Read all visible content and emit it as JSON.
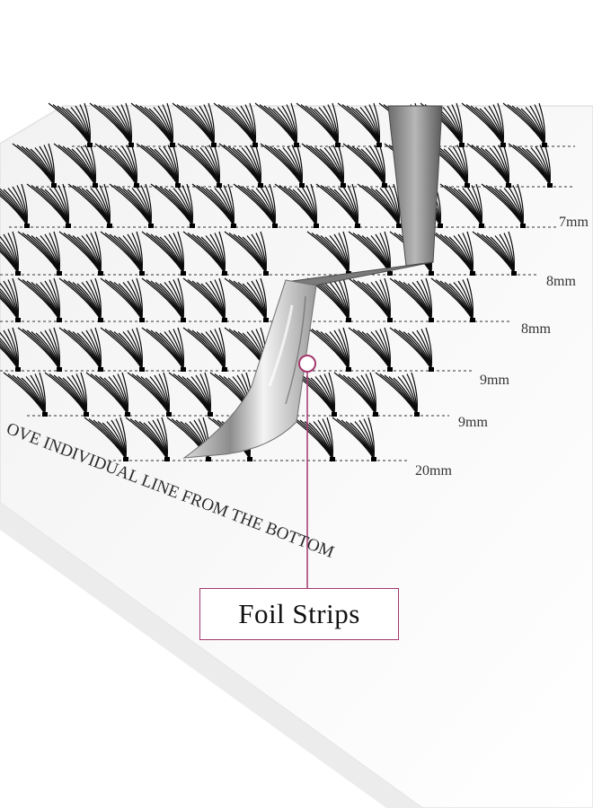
{
  "product": {
    "length_labels": [
      "7mm",
      "8mm",
      "8mm",
      "9mm",
      "9mm",
      "20mm"
    ],
    "tray_instruction": "OVE INDIVIDUAL LINE FROM THE BOTTOM"
  },
  "callout": {
    "label": "Foil Strips",
    "accent_color": "#a3386e"
  }
}
